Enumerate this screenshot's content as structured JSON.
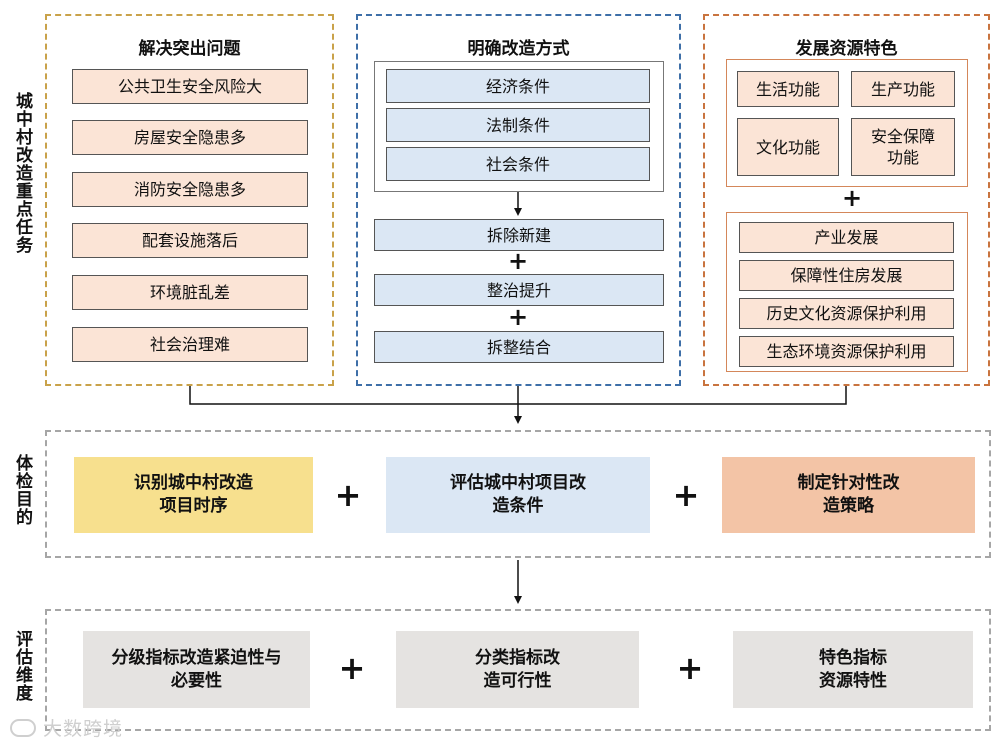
{
  "side_labels": {
    "tasks": "城中村改造重点任务",
    "purpose": "体检目的",
    "dimensions": "评估维度"
  },
  "panels": {
    "problems": {
      "title": "解决突出问题",
      "items": [
        "公共卫生安全风险大",
        "房屋安全隐患多",
        "消防安全隐患多",
        "配套设施落后",
        "环境脏乱差",
        "社会治理难"
      ]
    },
    "methods": {
      "title": "明确改造方式",
      "conditions": [
        "经济条件",
        "法制条件",
        "社会条件"
      ],
      "modes": [
        "拆除新建",
        "整治提升",
        "拆整结合"
      ]
    },
    "resources": {
      "title": "发展资源特色",
      "functions": [
        "生活功能",
        "生产功能",
        "文化功能",
        "安全保障功能"
      ],
      "developments": [
        "产业发展",
        "保障性住房发展",
        "历史文化资源保护利用",
        "生态环境资源保护利用"
      ]
    }
  },
  "purpose_boxes": [
    "识别城中村改造项目时序",
    "评估城中村项目改造条件",
    "制定针对性改造策略"
  ],
  "dimension_boxes": [
    "分级指标改造紧迫性与必要性",
    "分类指标改造可行性",
    "特色指标资源特性"
  ],
  "plus_sign": "+",
  "watermark": "大数跨境",
  "colors": {
    "problems_border": "#c9a24a",
    "methods_border": "#3e6fa8",
    "resources_border": "#c9743f",
    "pink_fill": "#fbe4d6",
    "blue_fill": "#dbe7f4",
    "yellow_fill": "#f7e08e",
    "peach_fill": "#f3c4a6",
    "gray_fill": "#e5e3e1",
    "gray_dash": "#a6a6a6"
  }
}
